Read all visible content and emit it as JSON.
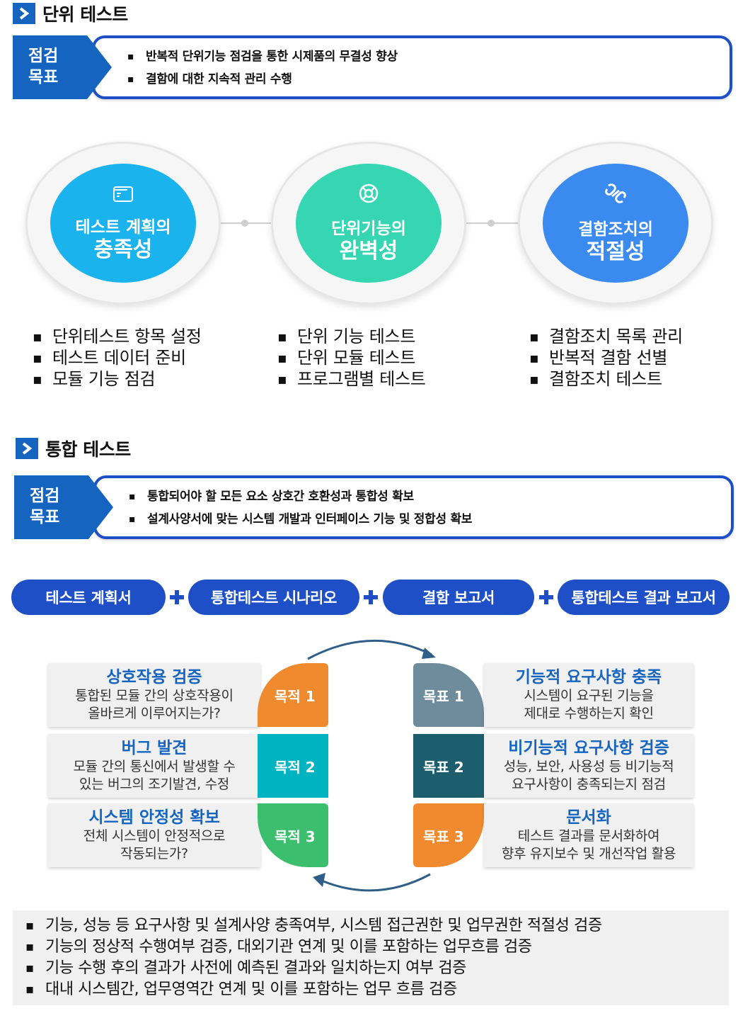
{
  "colors": {
    "primary": "#1565c0",
    "border_blue": "#1e4fc6",
    "cyan": "#1bb3ee",
    "green": "#36d6b2",
    "blue": "#3a8af0",
    "orange": "#f08a2e",
    "teal": "#00b3c0",
    "green2": "#3bbf6e",
    "slate": "#6f8c9c",
    "dark_teal": "#1c5e6e"
  },
  "unit_test": {
    "title": "단위 테스트",
    "goal_label_1": "점검",
    "goal_label_2": "목표",
    "goals": [
      "반복적 단위기능 점검을 통한 시제품의 무결성 향상",
      "결함에 대한 지속적 관리 수행"
    ],
    "circles": [
      {
        "icon": "wallet-icon",
        "line1": "테스트 계획의",
        "line2": "충족성",
        "items": [
          "단위테스트 항목 설정",
          "테스트 데이터 준비",
          "모듈 기능 점검"
        ]
      },
      {
        "icon": "lifebuoy-icon",
        "line1": "단위기능의",
        "line2": "완벽성",
        "items": [
          "단위 기능 테스트",
          "단위 모듈 테스트",
          "프로그램별 테스트"
        ]
      },
      {
        "icon": "chain-link-icon",
        "line1": "결함조치의",
        "line2": "적절성",
        "items": [
          "결함조치 목록 관리",
          "반복적 결함 선별",
          "결함조치 테스트"
        ]
      }
    ]
  },
  "integration_test": {
    "title": "통합 테스트",
    "goal_label_1": "점검",
    "goal_label_2": "목표",
    "goals": [
      "통합되어야 할 모든 요소 상호간 호환성과 통합성 확보",
      "설계사양서에 맞는 시스템 개발과 인터페이스 기능 및 정합성 확보"
    ],
    "pills": [
      "테스트 계획서",
      "통합테스트 시나리오",
      "결함 보고서",
      "통합테스트 결과 보고서"
    ],
    "left_cards": [
      {
        "tag": "목적 1",
        "title": "상호작용 검증",
        "desc1": "통합된 모듈 간의 상호작용이",
        "desc2": "올바르게 이루어지는가?"
      },
      {
        "tag": "목적 2",
        "title": "버그 발견",
        "desc1": "모듈 간의 통신에서 발생할 수",
        "desc2": "있는 버그의 조기발견, 수정"
      },
      {
        "tag": "목적 3",
        "title": "시스템 안정성 확보",
        "desc1": "전체 시스템이 안정적으로",
        "desc2": "작동되는가?"
      }
    ],
    "right_cards": [
      {
        "tag": "목표 1",
        "title": "기능적 요구사항 충족",
        "desc1": "시스템이 요구된 기능을",
        "desc2": "제대로 수행하는지 확인"
      },
      {
        "tag": "목표 2",
        "title": "비기능적 요구사항 검증",
        "desc1": "성능, 보안, 사용성 등 비기능적",
        "desc2": "요구사항이 충족되는지 점검"
      },
      {
        "tag": "목표 3",
        "title": "문서화",
        "desc1": "테스트 결과를 문서화하여",
        "desc2": "향후 유지보수 및 개선작업 활용"
      }
    ],
    "bottom_items": [
      "기능, 성능 등 요구사항 및 설계사양 충족여부, 시스템 접근권한 및 업무권한 적절성 검증",
      "기능의 정상적 수행여부 검증, 대외기관 연계 및 이를 포함하는 업무흐름 검증",
      "기능 수행 후의 결과가 사전에 예측된 결과와 일치하는지 여부 검증",
      "대내 시스템간, 업무영역간 연계 및 이를 포함하는 업무 흐름 검증"
    ]
  }
}
